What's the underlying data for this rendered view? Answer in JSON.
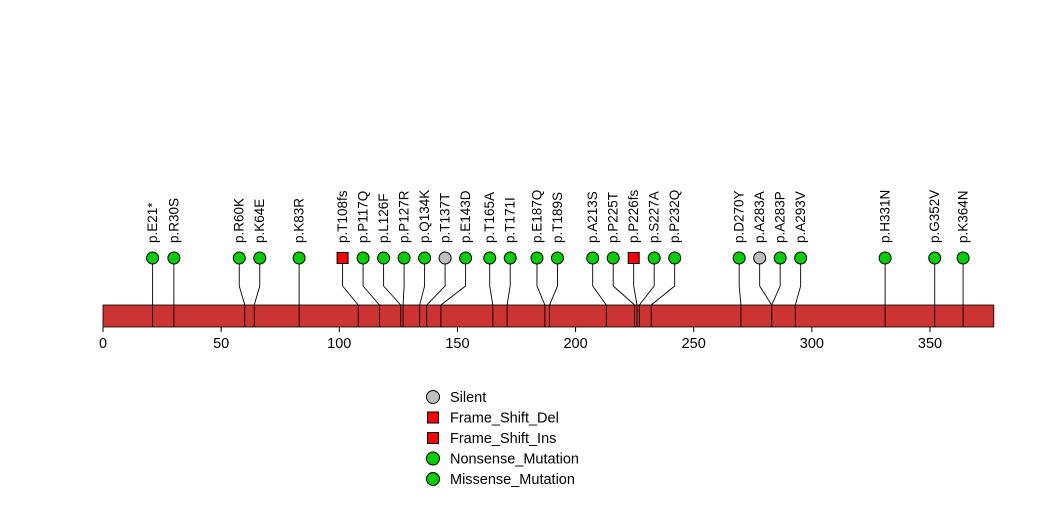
{
  "chart_data": {
    "type": "lollipop",
    "title": "",
    "xlabel": "",
    "axis": {
      "min": 0,
      "max": 377,
      "ticks": [
        0,
        50,
        100,
        150,
        200,
        250,
        300,
        350
      ]
    },
    "backbone_color": "#CC3333",
    "colors": {
      "missense": "#00CC00",
      "nonsense": "#00CC00",
      "silent": "#BEBEBE",
      "frameshift": "#FF0000",
      "marker_stroke": "#000000"
    },
    "mutation_types": {
      "Silent": {
        "shape": "circle",
        "color": "#BEBEBE"
      },
      "Frame_Shift_Del": {
        "shape": "square",
        "color": "#FF0000"
      },
      "Frame_Shift_Ins": {
        "shape": "square",
        "color": "#FF0000"
      },
      "Nonsense_Mutation": {
        "shape": "circle",
        "color": "#00CC00"
      },
      "Missense_Mutation": {
        "shape": "circle",
        "color": "#00CC00"
      }
    },
    "legend": [
      {
        "label": "Silent",
        "shape": "circle",
        "color": "#BEBEBE"
      },
      {
        "label": "Frame_Shift_Del",
        "shape": "square",
        "color": "#FF0000"
      },
      {
        "label": "Frame_Shift_Ins",
        "shape": "square",
        "color": "#FF0000"
      },
      {
        "label": "Nonsense_Mutation",
        "shape": "circle",
        "color": "#00CC00"
      },
      {
        "label": "Missense_Mutation",
        "shape": "circle",
        "color": "#00CC00"
      }
    ],
    "mutations": [
      {
        "label": "p.E21*",
        "position": 21,
        "type": "Nonsense_Mutation"
      },
      {
        "label": "p.R30S",
        "position": 30,
        "type": "Missense_Mutation"
      },
      {
        "label": "p.R60K",
        "position": 60,
        "type": "Missense_Mutation"
      },
      {
        "label": "p.K64E",
        "position": 64,
        "type": "Missense_Mutation"
      },
      {
        "label": "p.K83R",
        "position": 83,
        "type": "Missense_Mutation"
      },
      {
        "label": "p.T108fs",
        "position": 108,
        "type": "Frame_Shift_Del"
      },
      {
        "label": "p.P117Q",
        "position": 117,
        "type": "Missense_Mutation"
      },
      {
        "label": "p.L126F",
        "position": 126,
        "type": "Missense_Mutation"
      },
      {
        "label": "p.P127R",
        "position": 127,
        "type": "Missense_Mutation"
      },
      {
        "label": "p.Q134K",
        "position": 134,
        "type": "Missense_Mutation"
      },
      {
        "label": "p.T137T",
        "position": 137,
        "type": "Silent"
      },
      {
        "label": "p.E143D",
        "position": 143,
        "type": "Missense_Mutation"
      },
      {
        "label": "p.T165A",
        "position": 165,
        "type": "Missense_Mutation"
      },
      {
        "label": "p.T171I",
        "position": 171,
        "type": "Missense_Mutation"
      },
      {
        "label": "p.E187Q",
        "position": 187,
        "type": "Missense_Mutation"
      },
      {
        "label": "p.T189S",
        "position": 189,
        "type": "Missense_Mutation"
      },
      {
        "label": "p.A213S",
        "position": 213,
        "type": "Missense_Mutation"
      },
      {
        "label": "p.P225T",
        "position": 225,
        "type": "Missense_Mutation"
      },
      {
        "label": "p.P226fs",
        "position": 226,
        "type": "Frame_Shift_Ins"
      },
      {
        "label": "p.S227A",
        "position": 227,
        "type": "Missense_Mutation"
      },
      {
        "label": "p.P232Q",
        "position": 232,
        "type": "Missense_Mutation"
      },
      {
        "label": "p.D270Y",
        "position": 270,
        "type": "Missense_Mutation"
      },
      {
        "label": "p.A283A",
        "position": 283,
        "type": "Silent"
      },
      {
        "label": "p.A283P",
        "position": 283,
        "type": "Missense_Mutation"
      },
      {
        "label": "p.A293V",
        "position": 293,
        "type": "Missense_Mutation"
      },
      {
        "label": "p.H331N",
        "position": 331,
        "type": "Missense_Mutation"
      },
      {
        "label": "p.G352V",
        "position": 352,
        "type": "Missense_Mutation"
      },
      {
        "label": "p.K364N",
        "position": 364,
        "type": "Missense_Mutation"
      }
    ]
  }
}
